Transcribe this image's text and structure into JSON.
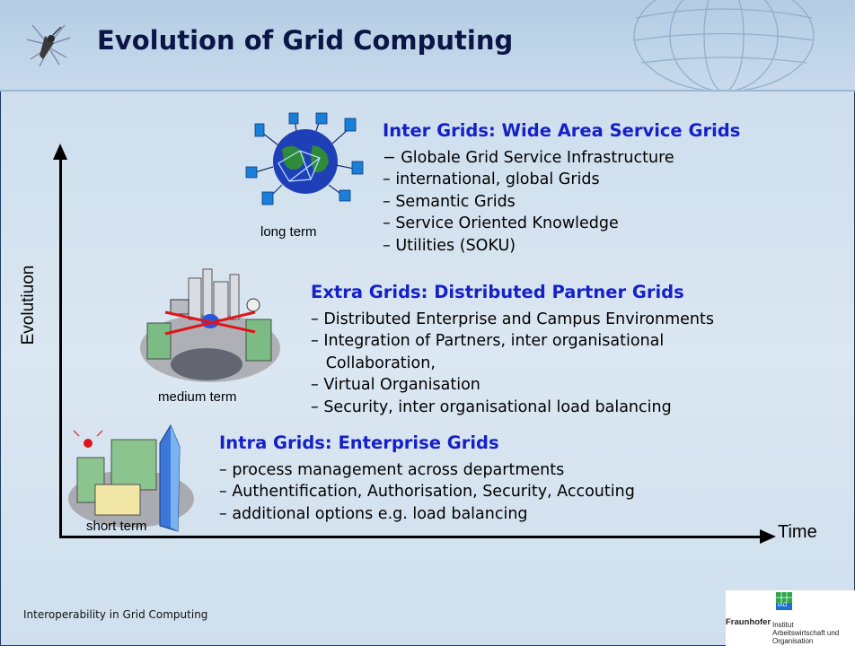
{
  "slide": {
    "title": "Evolution of  Grid Computing",
    "footer": "Interoperability in Grid Computing"
  },
  "axes": {
    "y_label": "Evolutiuon",
    "x_label": "Time"
  },
  "sections": [
    {
      "term": "long term",
      "title": "Inter Grids: Wide Area Service Grids",
      "bullets": [
        "− Globale Grid Service Infrastructure",
        "– international, global Grids",
        "– Semantic Grids",
        "– Service Oriented Knowledge",
        "– Utilities (SOKU)"
      ]
    },
    {
      "term": "medium term",
      "title": "Extra Grids: Distributed Partner Grids",
      "bullets": [
        "– Distributed Enterprise and Campus Environments",
        "– Integration of Partners, inter organisational",
        "   Collaboration,",
        "– Virtual Organisation",
        "– Security, inter organisational load balancing"
      ]
    },
    {
      "term": "short term",
      "title": "Intra Grids: Enterprise Grids",
      "bullets": [
        "– process management across departments",
        "– Authentification, Authorisation, Security, Accouting",
        "– additional options e.g.  load balancing"
      ]
    }
  ],
  "logo": {
    "mark": "IAO",
    "brand": "Fraunhofer",
    "line1": "Institut",
    "line2": "Arbeitswirtschaft und",
    "line3": "Organisation"
  },
  "colors": {
    "title": "#0b1646",
    "section_title": "#1521c7",
    "background": "#d4e3f0"
  },
  "icons": [
    "mosquito-icon",
    "globe-network-icon",
    "city-network-icon",
    "enterprise-buildings-icon"
  ]
}
